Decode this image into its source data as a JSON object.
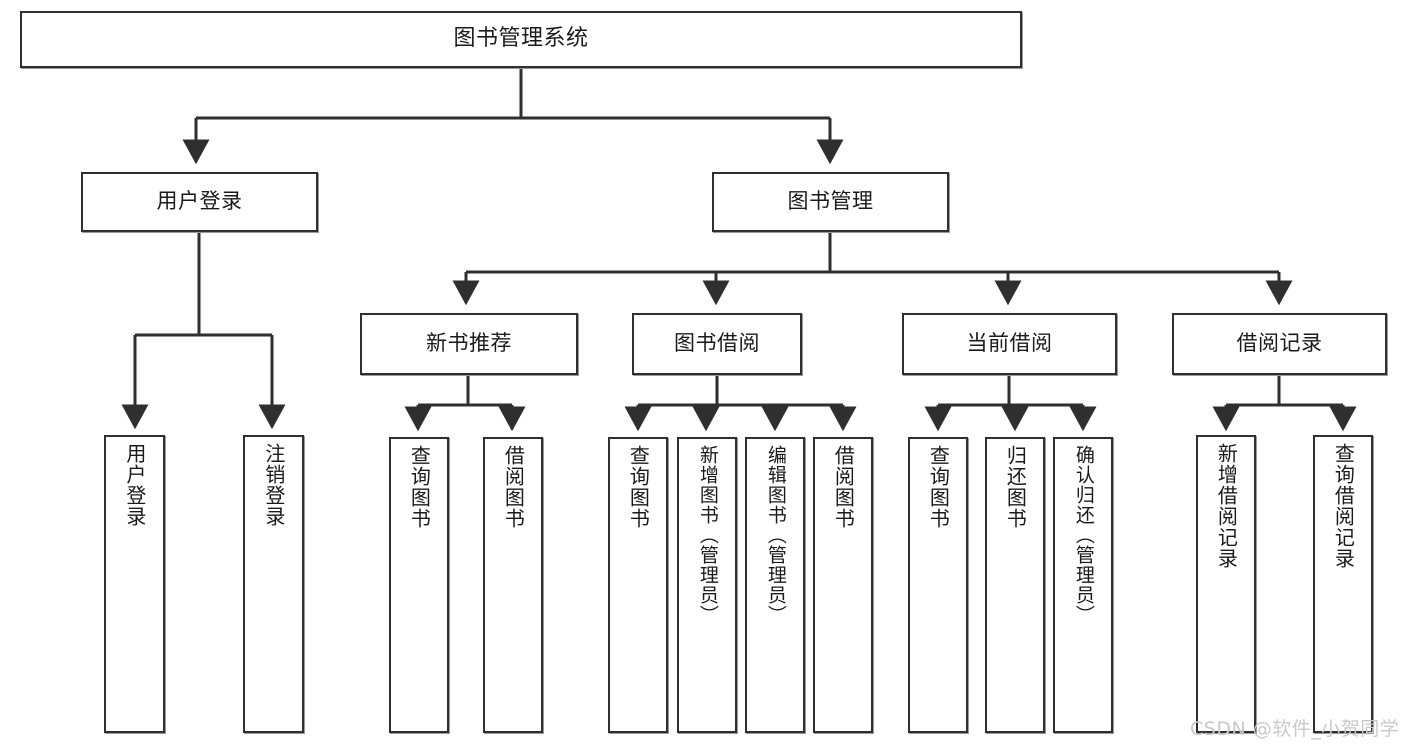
{
  "diagram": {
    "title": "图书管理系统",
    "type": "tree-hierarchy",
    "colors": {
      "stroke": "#2f2f2f",
      "box_fill": "#ffffff",
      "text": "#1a1a1a",
      "watermark": "#c9c9c9",
      "background": "#ffffff"
    },
    "watermark": "CSDN @软件_小贺同学"
  },
  "nodes": {
    "root": {
      "label": "图书管理系统"
    },
    "level2": [
      {
        "label": "用户登录"
      },
      {
        "label": "图书管理"
      }
    ],
    "level3": [
      {
        "label": "新书推荐"
      },
      {
        "label": "图书借阅"
      },
      {
        "label": "当前借阅"
      },
      {
        "label": "借阅记录"
      }
    ],
    "leaves_user_login": [
      {
        "label": "用户登录"
      },
      {
        "label": "注销登录"
      }
    ],
    "leaves_new_book": [
      {
        "label": "查询图书"
      },
      {
        "label": "借阅图书"
      }
    ],
    "leaves_borrow": [
      {
        "label": "查询图书"
      },
      {
        "label": "新增图书（管理员）"
      },
      {
        "label": "编辑图书（管理员）"
      },
      {
        "label": "借阅图书"
      }
    ],
    "leaves_current": [
      {
        "label": "查询图书"
      },
      {
        "label": "归还图书"
      },
      {
        "label": "确认归还（管理员）"
      }
    ],
    "leaves_records": [
      {
        "label": "新增借阅记录"
      },
      {
        "label": "查询借阅记录"
      }
    ]
  }
}
